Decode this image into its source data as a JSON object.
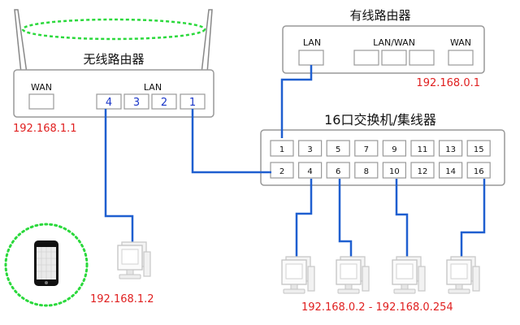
{
  "wireless_router": {
    "title": "无线路由器",
    "wan_label": "WAN",
    "lan_label": "LAN",
    "ports": [
      "4",
      "3",
      "2",
      "1"
    ],
    "ip": "192.168.1.1"
  },
  "wired_router": {
    "title": "有线路由器",
    "lan_label": "LAN",
    "lanwan_label": "LAN/WAN",
    "wan_label": "WAN",
    "ip": "192.168.0.1"
  },
  "switch": {
    "title": "16口交换机/集线器",
    "top_ports": [
      "1",
      "3",
      "5",
      "7",
      "9",
      "11",
      "13",
      "15"
    ],
    "bottom_ports": [
      "2",
      "4",
      "6",
      "8",
      "10",
      "12",
      "14",
      "16"
    ]
  },
  "pc_left": {
    "ip": "192.168.1.2"
  },
  "pc_range": {
    "ip": "192.168.0.2 - 192.168.0.254"
  },
  "colors": {
    "cable": "#1f5fd0",
    "wifi_ring": "#2bd93c",
    "ip_text": "#e02020",
    "port_number_blue": "#1a36c8",
    "box_border": "#9a9a9a"
  }
}
